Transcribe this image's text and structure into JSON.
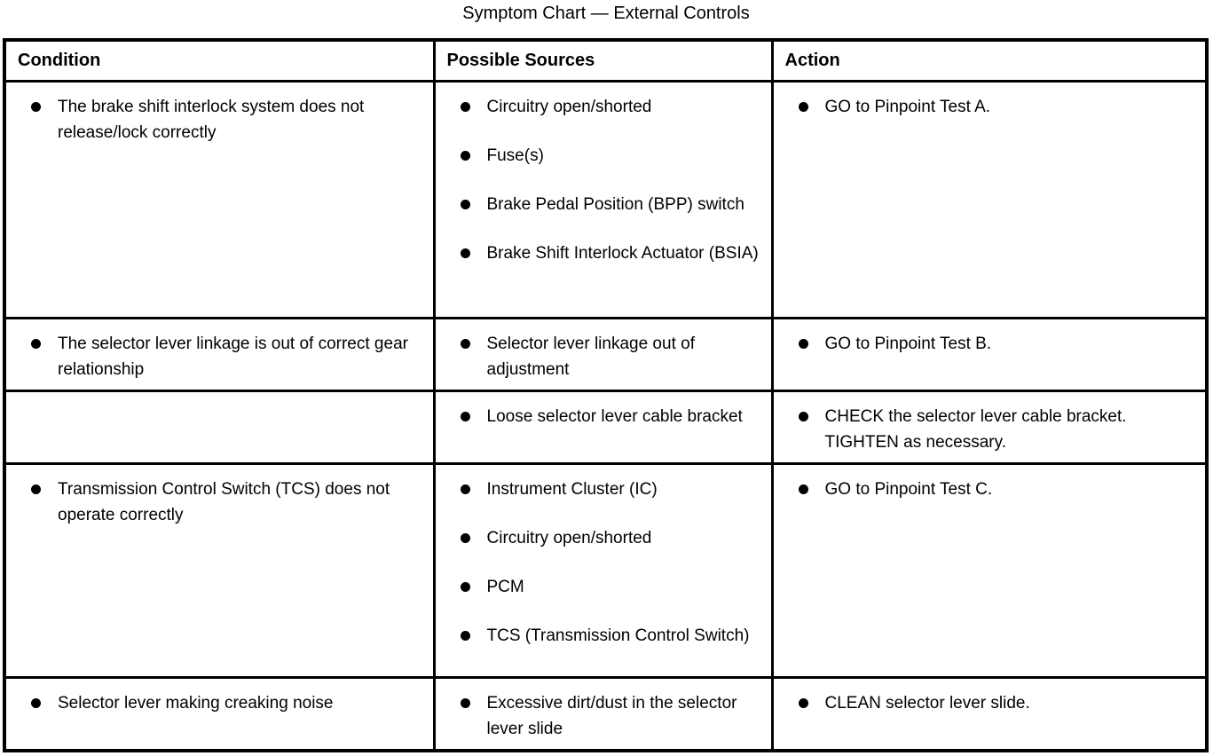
{
  "title": "Symptom Chart — External Controls",
  "table": {
    "headers": {
      "condition": "Condition",
      "sources": "Possible Sources",
      "action": "Action"
    },
    "rows": [
      {
        "condition": [
          "The brake shift interlock system does not release/lock correctly"
        ],
        "sources": [
          "Circuitry open/shorted",
          "Fuse(s)",
          "Brake Pedal Position (BPP) switch",
          "Brake Shift Interlock Actuator (BSIA)"
        ],
        "action": [
          "GO to Pinpoint Test A."
        ]
      },
      {
        "condition": [
          "The selector lever linkage is out of correct gear relationship"
        ],
        "sources": [
          "Selector lever linkage out of adjustment"
        ],
        "action": [
          "GO to Pinpoint Test B."
        ]
      },
      {
        "condition": [],
        "sources": [
          "Loose selector lever cable bracket"
        ],
        "action": [
          "CHECK the selector lever cable bracket. TIGHTEN as necessary."
        ]
      },
      {
        "condition": [
          "Transmission Control Switch (TCS) does not operate correctly"
        ],
        "sources": [
          "Instrument Cluster (IC)",
          "Circuitry open/shorted",
          "PCM",
          "TCS (Transmission Control Switch)"
        ],
        "action": [
          "GO to Pinpoint Test C."
        ]
      },
      {
        "condition": [
          "Selector lever making creaking noise"
        ],
        "sources": [
          "Excessive dirt/dust in the selector lever slide"
        ],
        "action": [
          "CLEAN selector lever slide."
        ]
      }
    ]
  }
}
